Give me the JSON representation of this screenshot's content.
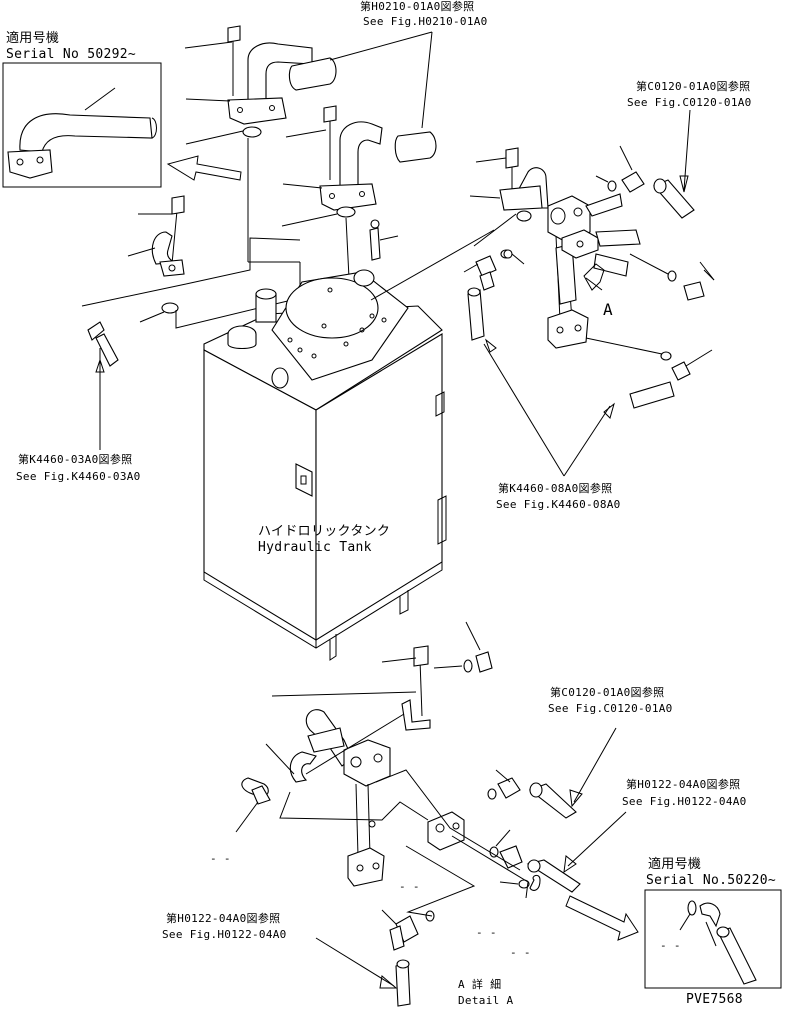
{
  "serial_top_left": {
    "jp": "適用号機",
    "en": "Serial No 50292~"
  },
  "ref_h0210": {
    "jp": "第H0210-01A0図参照",
    "en": "See Fig.H0210-01A0"
  },
  "ref_c0120_top": {
    "jp": "第C0120-01A0図参照",
    "en": "See Fig.C0120-01A0"
  },
  "ref_k4460_03": {
    "jp": "第K4460-03A0図参照",
    "en": "See Fig.K4460-03A0"
  },
  "ref_k4460_08": {
    "jp": "第K4460-08A0図参照",
    "en": "See Fig.K4460-08A0"
  },
  "tank_label": {
    "jp": "ハイドロリックタンク",
    "en": "Hydraulic Tank"
  },
  "arrow_a": "A",
  "ref_c0120_bottom": {
    "jp": "第C0120-01A0図参照",
    "en": "See Fig.C0120-01A0"
  },
  "ref_h0122_right": {
    "jp": "第H0122-04A0図参照",
    "en": "See Fig.H0122-04A0"
  },
  "ref_h0122_left": {
    "jp": "第H0122-04A0図参照",
    "en": "See Fig.H0122-04A0"
  },
  "serial_bottom_right": {
    "jp": "適用号機",
    "en": "Serial No.50220~"
  },
  "detail": {
    "jp": "A 詳 細",
    "en": "Detail A"
  },
  "drawing_no": "PVE7568",
  "dash_marks": [
    "- -",
    "- -",
    "- -",
    "- -",
    "- -",
    "- -"
  ]
}
